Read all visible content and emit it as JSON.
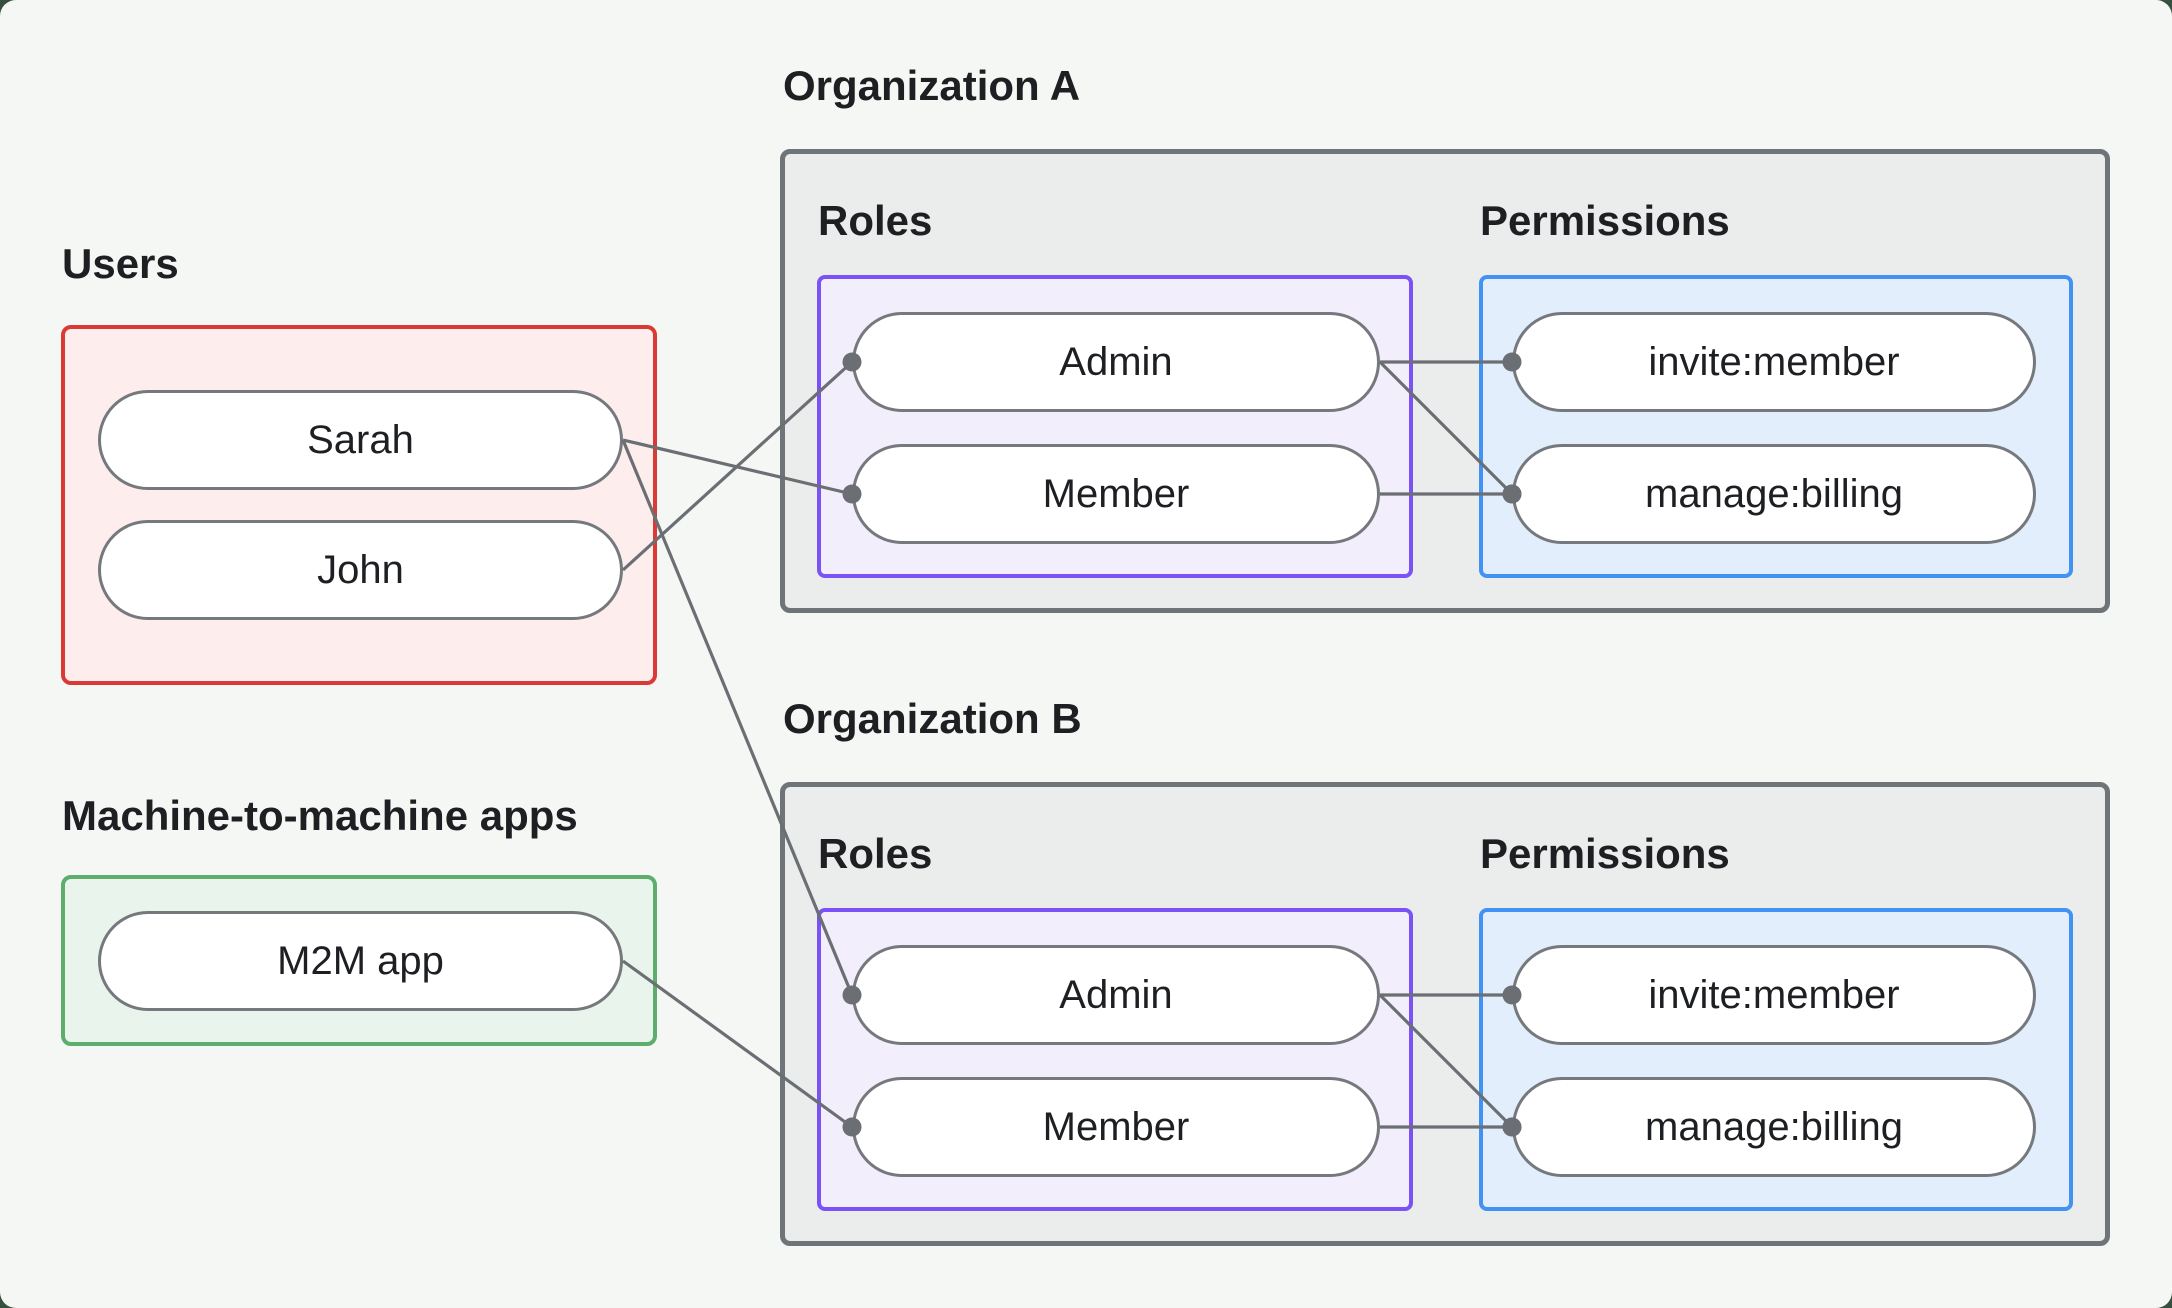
{
  "diagram": {
    "users": {
      "title": "Users",
      "nodes": [
        "Sarah",
        "John"
      ]
    },
    "m2m": {
      "title": "Machine-to-machine apps",
      "nodes": [
        "M2M app"
      ]
    },
    "org_a": {
      "title": "Organization A",
      "roles_title": "Roles",
      "permissions_title": "Permissions",
      "roles": [
        "Admin",
        "Member"
      ],
      "permissions": [
        "invite:member",
        "manage:billing"
      ]
    },
    "org_b": {
      "title": "Organization B",
      "roles_title": "Roles",
      "permissions_title": "Permissions",
      "roles": [
        "Admin",
        "Member"
      ],
      "permissions": [
        "invite:member",
        "manage:billing"
      ]
    }
  },
  "edges": [
    {
      "from": "sarah",
      "to": "orgA.member"
    },
    {
      "from": "john",
      "to": "orgA.admin"
    },
    {
      "from": "sarah",
      "to": "orgB.admin"
    },
    {
      "from": "m2m",
      "to": "orgB.member"
    },
    {
      "from": "orgA.admin",
      "to": "orgA.invite"
    },
    {
      "from": "orgA.admin",
      "to": "orgA.manage"
    },
    {
      "from": "orgA.member",
      "to": "orgA.manage"
    },
    {
      "from": "orgB.admin",
      "to": "orgB.invite"
    },
    {
      "from": "orgB.admin",
      "to": "orgB.manage"
    },
    {
      "from": "orgB.member",
      "to": "orgB.manage"
    }
  ],
  "colors": {
    "canvas": "#f5f7f5",
    "frame": "#35503e",
    "text": "#1d1f22",
    "org_border": "#6f7478",
    "org_fill": "#ebedec",
    "users_border": "#d93a36",
    "users_fill": "#fdeeed",
    "m2m_border": "#5dad6c",
    "m2m_fill": "#e9f5ec",
    "roles_border": "#7a52f5",
    "roles_fill": "#f2eefc",
    "perm_border": "#4292f6",
    "perm_fill": "#e2eefb",
    "pill_border": "#75787c",
    "pill_fill": "#ffffff",
    "connector": "#6b6f73"
  }
}
